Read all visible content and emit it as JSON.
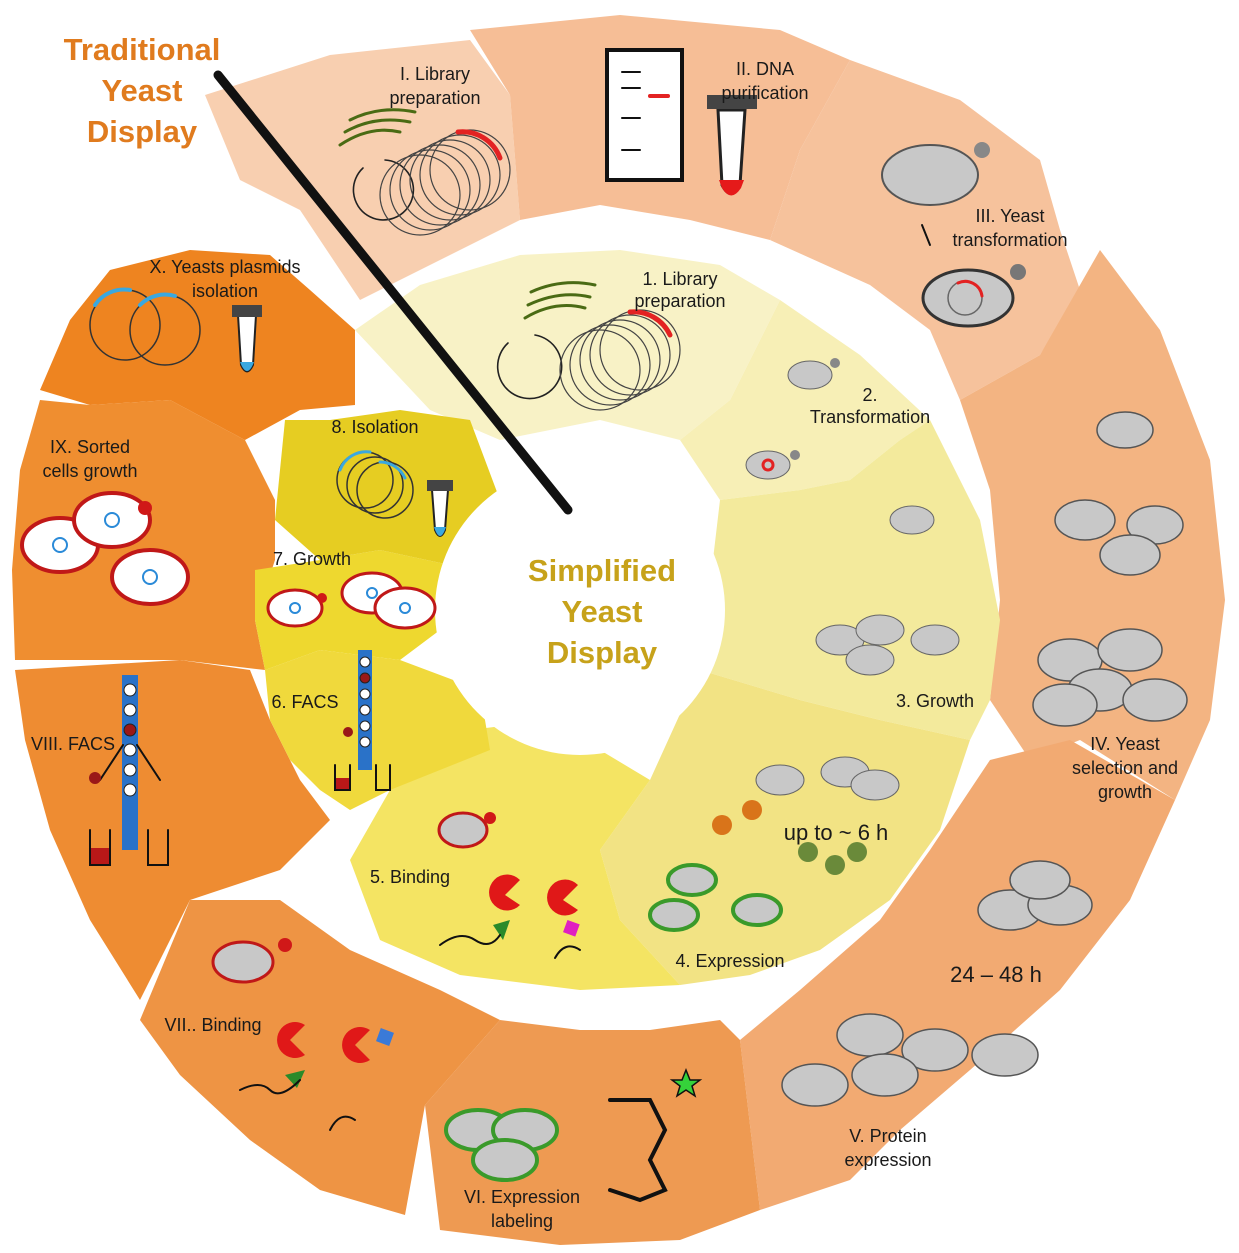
{
  "traditional": {
    "title": [
      "Traditional",
      "Yeast",
      "Display"
    ],
    "steps": [
      {
        "lines": [
          "I. Library",
          "preparation"
        ]
      },
      {
        "lines": [
          "II. DNA",
          "purification"
        ]
      },
      {
        "lines": [
          "III. Yeast",
          "transformation"
        ]
      },
      {
        "lines": [
          "IV. Yeast",
          "selection and",
          "growth"
        ]
      },
      {
        "lines": [
          "V. Protein",
          "expression"
        ]
      },
      {
        "lines": [
          "VI. Expression",
          "labeling"
        ]
      },
      {
        "lines": [
          "VII.. Binding"
        ]
      },
      {
        "lines": [
          "VIII. FACS"
        ]
      },
      {
        "lines": [
          "IX. Sorted",
          "cells growth"
        ]
      },
      {
        "lines": [
          "X. Yeasts plasmids",
          "isolation"
        ]
      }
    ],
    "duration": "24 – 48 h"
  },
  "simplified": {
    "title": [
      "Simplified",
      "Yeast",
      "Display"
    ],
    "steps": [
      {
        "lines": [
          "1. Library",
          "preparation"
        ]
      },
      {
        "lines": [
          "2.",
          "Transformation"
        ]
      },
      {
        "lines": [
          "3. Growth"
        ]
      },
      {
        "lines": [
          "4. Expression"
        ]
      },
      {
        "lines": [
          "5. Binding"
        ]
      },
      {
        "lines": [
          "6. FACS"
        ]
      },
      {
        "lines": [
          "7. Growth"
        ]
      },
      {
        "lines": [
          "8. Isolation"
        ]
      }
    ],
    "duration": "up to ~ 6 h"
  },
  "colors": {
    "outer_light": "#f8cfb0",
    "outer_mid": "#f3b07c",
    "outer_dark": "#ee8a2a",
    "inner_light": "#f7f2c0",
    "inner_mid": "#f3eb93",
    "inner_dark": "#e9d52a",
    "traditional_title": "#e07b1e",
    "simplified_title": "#c7a21a"
  }
}
